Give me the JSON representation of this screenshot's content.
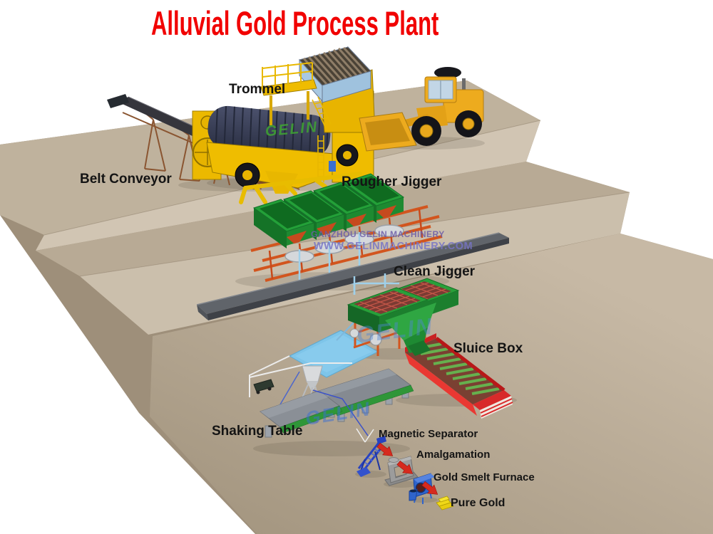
{
  "title": {
    "text": "Alluvial Gold Process Plant"
  },
  "labels": {
    "trommel": "Trommel",
    "belt_conveyor": "Belt Conveyor",
    "rougher_jigger": "Rougher Jigger",
    "clean_jigger": "Clean Jigger",
    "sluice_box": "Sluice Box",
    "shaking_table": "Shaking Table",
    "magnetic_separator": "Magnetic Separator",
    "amalgamation": "Amalgamation",
    "gold_smelt_furnace": "Gold Smelt Furnace",
    "pure_gold": "Pure Gold"
  },
  "watermarks": {
    "company": "GANZHOU GELIN MACHINERY",
    "website": "WWW.GELINMACHINERY.COM",
    "brand": "GELIN"
  },
  "flow_order": [
    "Belt Conveyor",
    "Trommel",
    "Rougher Jigger",
    "Clean Jigger",
    "Sluice Box",
    "Shaking Table",
    "Magnetic Separator",
    "Amalgamation",
    "Gold Smelt Furnace",
    "Pure Gold"
  ],
  "palette": {
    "background": "#FFFFFF",
    "title_red": "#F10000",
    "label_black": "#141414",
    "terrain_tan": "#BFB29D",
    "terrain_dark_side": "#9E8F7A",
    "cliff_light": "#D1C5B3",
    "machine_yellow": "#EFBC00",
    "loader_yellow": "#EDAB1E",
    "jigger_green": "#23A038",
    "frame_orange": "#D2551E",
    "grid_top_maroon": "#7B3B33",
    "sluice_red": "#E93832",
    "water_blue": "#7EC5E9",
    "screen_blue": "#A6C8E2",
    "drum_navy": "#3A4059",
    "table_gray": "#8A8F96",
    "separator_blue": "#2742C0",
    "furnace_blue": "#2F64CC",
    "gold_yellow": "#F0D818",
    "arrow_red": "#D62A1E",
    "watermark_purple": "#6C5CA8",
    "watermark_blue": "#4E86D8",
    "brand_green": "#3F9E35",
    "conveyor_brown": "#8A5531",
    "walkway_gray": "#60646A"
  }
}
